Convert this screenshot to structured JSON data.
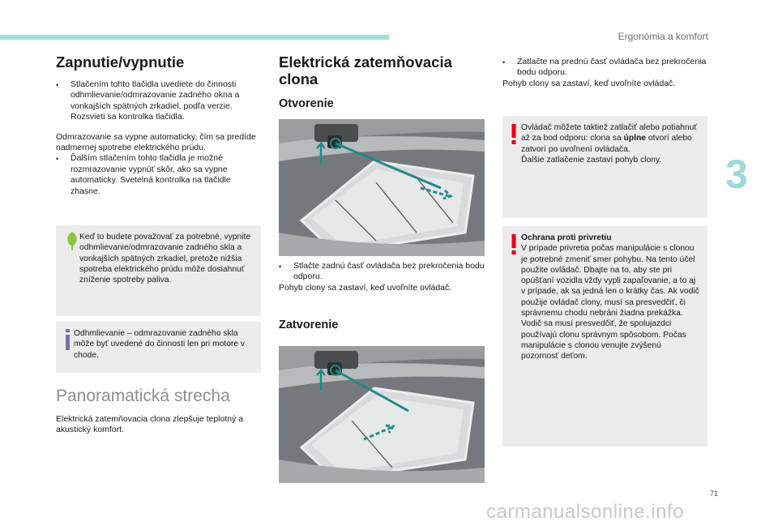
{
  "header": {
    "section_title": "Ergonómia a komfort",
    "chapter_number": "3"
  },
  "footer": {
    "page_number": "71",
    "watermark": "carmanualsonline.info"
  },
  "bullet_symbol": "•",
  "left": {
    "title": "Zapnutie/vypnutie",
    "bullet1": "Stlačením tohto tlačidla uvediete do činnosti odhmlievanie/odmrazovanie zadného okna a vonkajších spätných zrkadiel, podľa verzie. Rozsvieti sa kontrolka tlačidla.",
    "para1": "Odmrazovanie sa vypne automaticky, čím sa predíde nadmernej spotrebe elektrického prúdu.",
    "bullet2": "Ďalším stlačením tohto tlačidla je možné rozmrazovanie vypnúť skôr, ako sa vypne automaticky. Svetelná kontrolka na tlačidle zhasne.",
    "eco_note": "Keď to budete považovať za potrebné, vypnite odhmlievanie/odmrazovanie zadného skla a vonkajších spätných zrkadiel, pretože nižšia spotreba elektrického prúdu môže dosiahnuť zníženie spotreby paliva.",
    "info_note": "Odhmlievanie – odmrazovanie zadného skla môže byť uvedené do činnosti len pri motore v chode.",
    "pano_title": "Panoramatická strecha",
    "pano_text": "Elektrická zatemňovacia clona zlepšuje teplotný a akustický komfort."
  },
  "middle": {
    "title": "Elektrická zatemňovacia clona",
    "open_title": "Otvorenie",
    "open_bullet": "Stlačte zadnú časť ovládača bez prekročenia bodu odporu.",
    "open_text": "Pohyb clony sa zastaví, keď uvoľníte ovládač.",
    "close_title": "Zatvorenie"
  },
  "right": {
    "close_bullet": "Zatlačte na prednú časť ovládača bez prekročenia bodu odporu.",
    "close_text": "Pohyb clony sa zastaví, keď uvoľníte ovládač.",
    "warn1_a": "Ovládač môžete taktiež zatlačiť alebo potiahnuť až za bod odporu: clona sa",
    "warn1_bold": "úplne",
    "warn1_b": "otvorí alebo zatvorí po uvoľnení ovládača.",
    "warn1_c": "Ďalšie zatlačenie zastaví pohyb clony.",
    "warn2_title": "Ochrana proti privretiu",
    "warn2_text": "V prípade privretia počas manipulácie s clonou je potrebné zmeniť smer pohybu. Na tento účel použite ovládač. Dbajte na to, aby ste pri opúšťaní vozidla vždy vypli zapaľovanie, a to aj v prípade, ak sa jedná len o krátky čas. Ak vodič použije ovládač clony, musí sa presvedčiť, či správnemu chodu nebráni žiadna prekážka. Vodič sa musí presvedčiť, že spolujazdci používajú clonu správnym spôsobom. Počas manipulácie s clonou venujte zvýšenú pozornosť deťom."
  },
  "colors": {
    "accent": "#a8dcd9",
    "warning": "#e2001a",
    "eco": "#8dc63f",
    "info": "#7b6fb3",
    "box_bg": "#ececec"
  }
}
